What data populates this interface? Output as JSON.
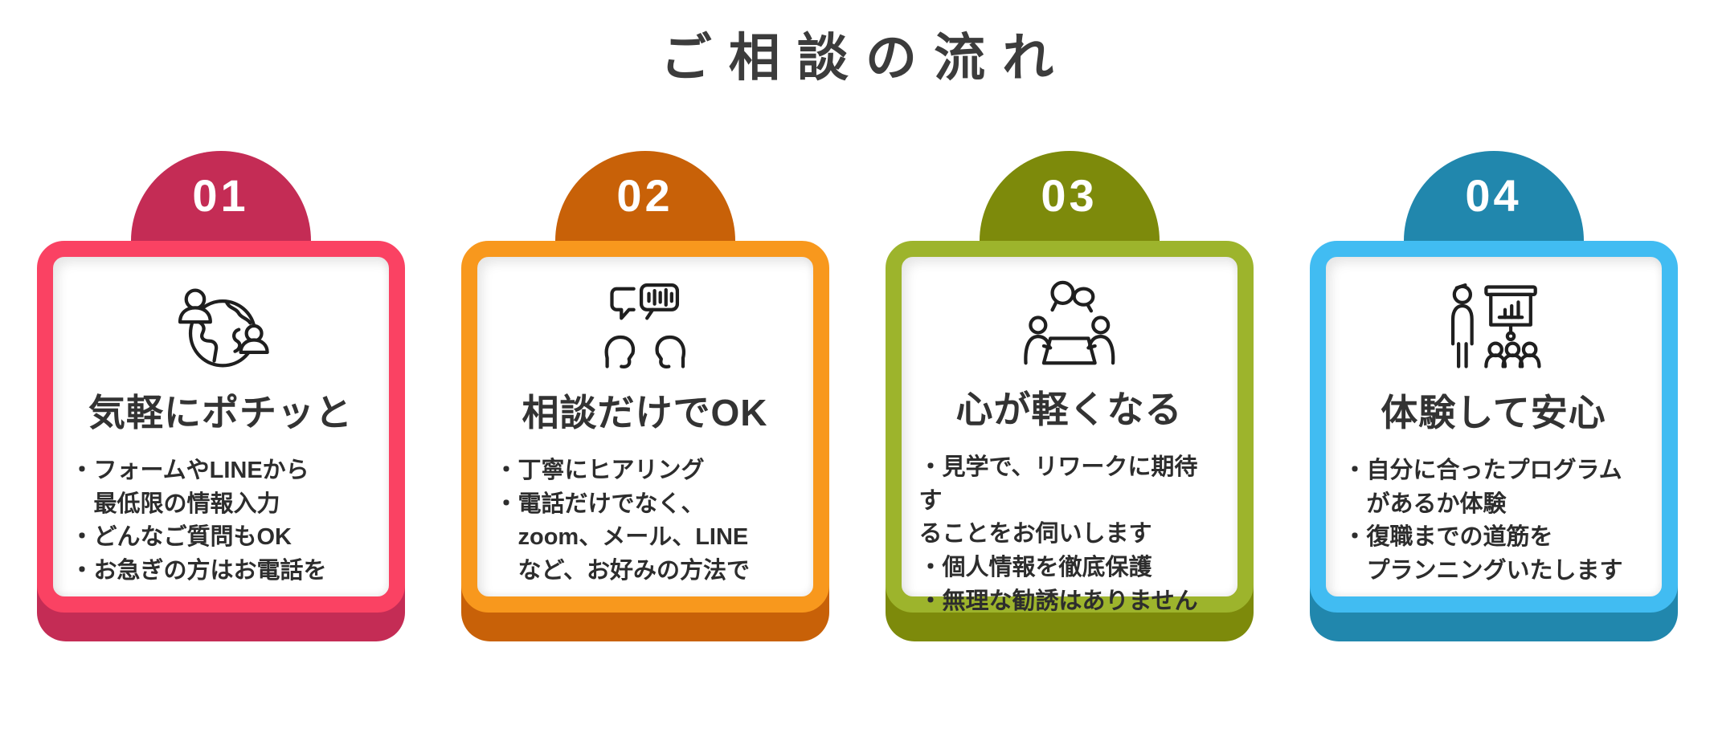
{
  "title": "ご相談の流れ",
  "colors": {
    "background": "#ffffff",
    "title_text": "#3c3c3c",
    "heading_text": "#333333",
    "body_text": "#2d2d2d",
    "number_text": "#ffffff",
    "icon_stroke": "#1f1f1f"
  },
  "steps": [
    {
      "number": "01",
      "badge_color": "#c42c55",
      "border_color": "#fa4263",
      "icon": "globe-people-icon",
      "heading": "気軽にポチッと",
      "body": "・フォームやLINEから\n　最低限の情報入力\n・どんなご質問もOK\n・お急ぎの方はお電話を"
    },
    {
      "number": "02",
      "badge_color": "#c86108",
      "border_color": "#f8981d",
      "icon": "conversation-icon",
      "heading": "相談だけでOK",
      "body": "・丁寧にヒアリング\n・電話だけでなく、\n　zoom、メール、LINE\n　など、お好みの方法で"
    },
    {
      "number": "03",
      "badge_color": "#7d8a0b",
      "border_color": "#9db42c",
      "icon": "meeting-table-icon",
      "heading": "心が軽くなる",
      "body": "・見学で、リワークに期待す\nることをお伺いします\n・個人情報を徹底保護\n・無理な勧誘はありません"
    },
    {
      "number": "04",
      "badge_color": "#2187ad",
      "border_color": "#41bcf2",
      "icon": "presentation-icon",
      "heading": "体験して安心",
      "body": "・自分に合ったプログラム\n　があるか体験\n・復職までの道筋を\n　プランニングいたします"
    }
  ]
}
